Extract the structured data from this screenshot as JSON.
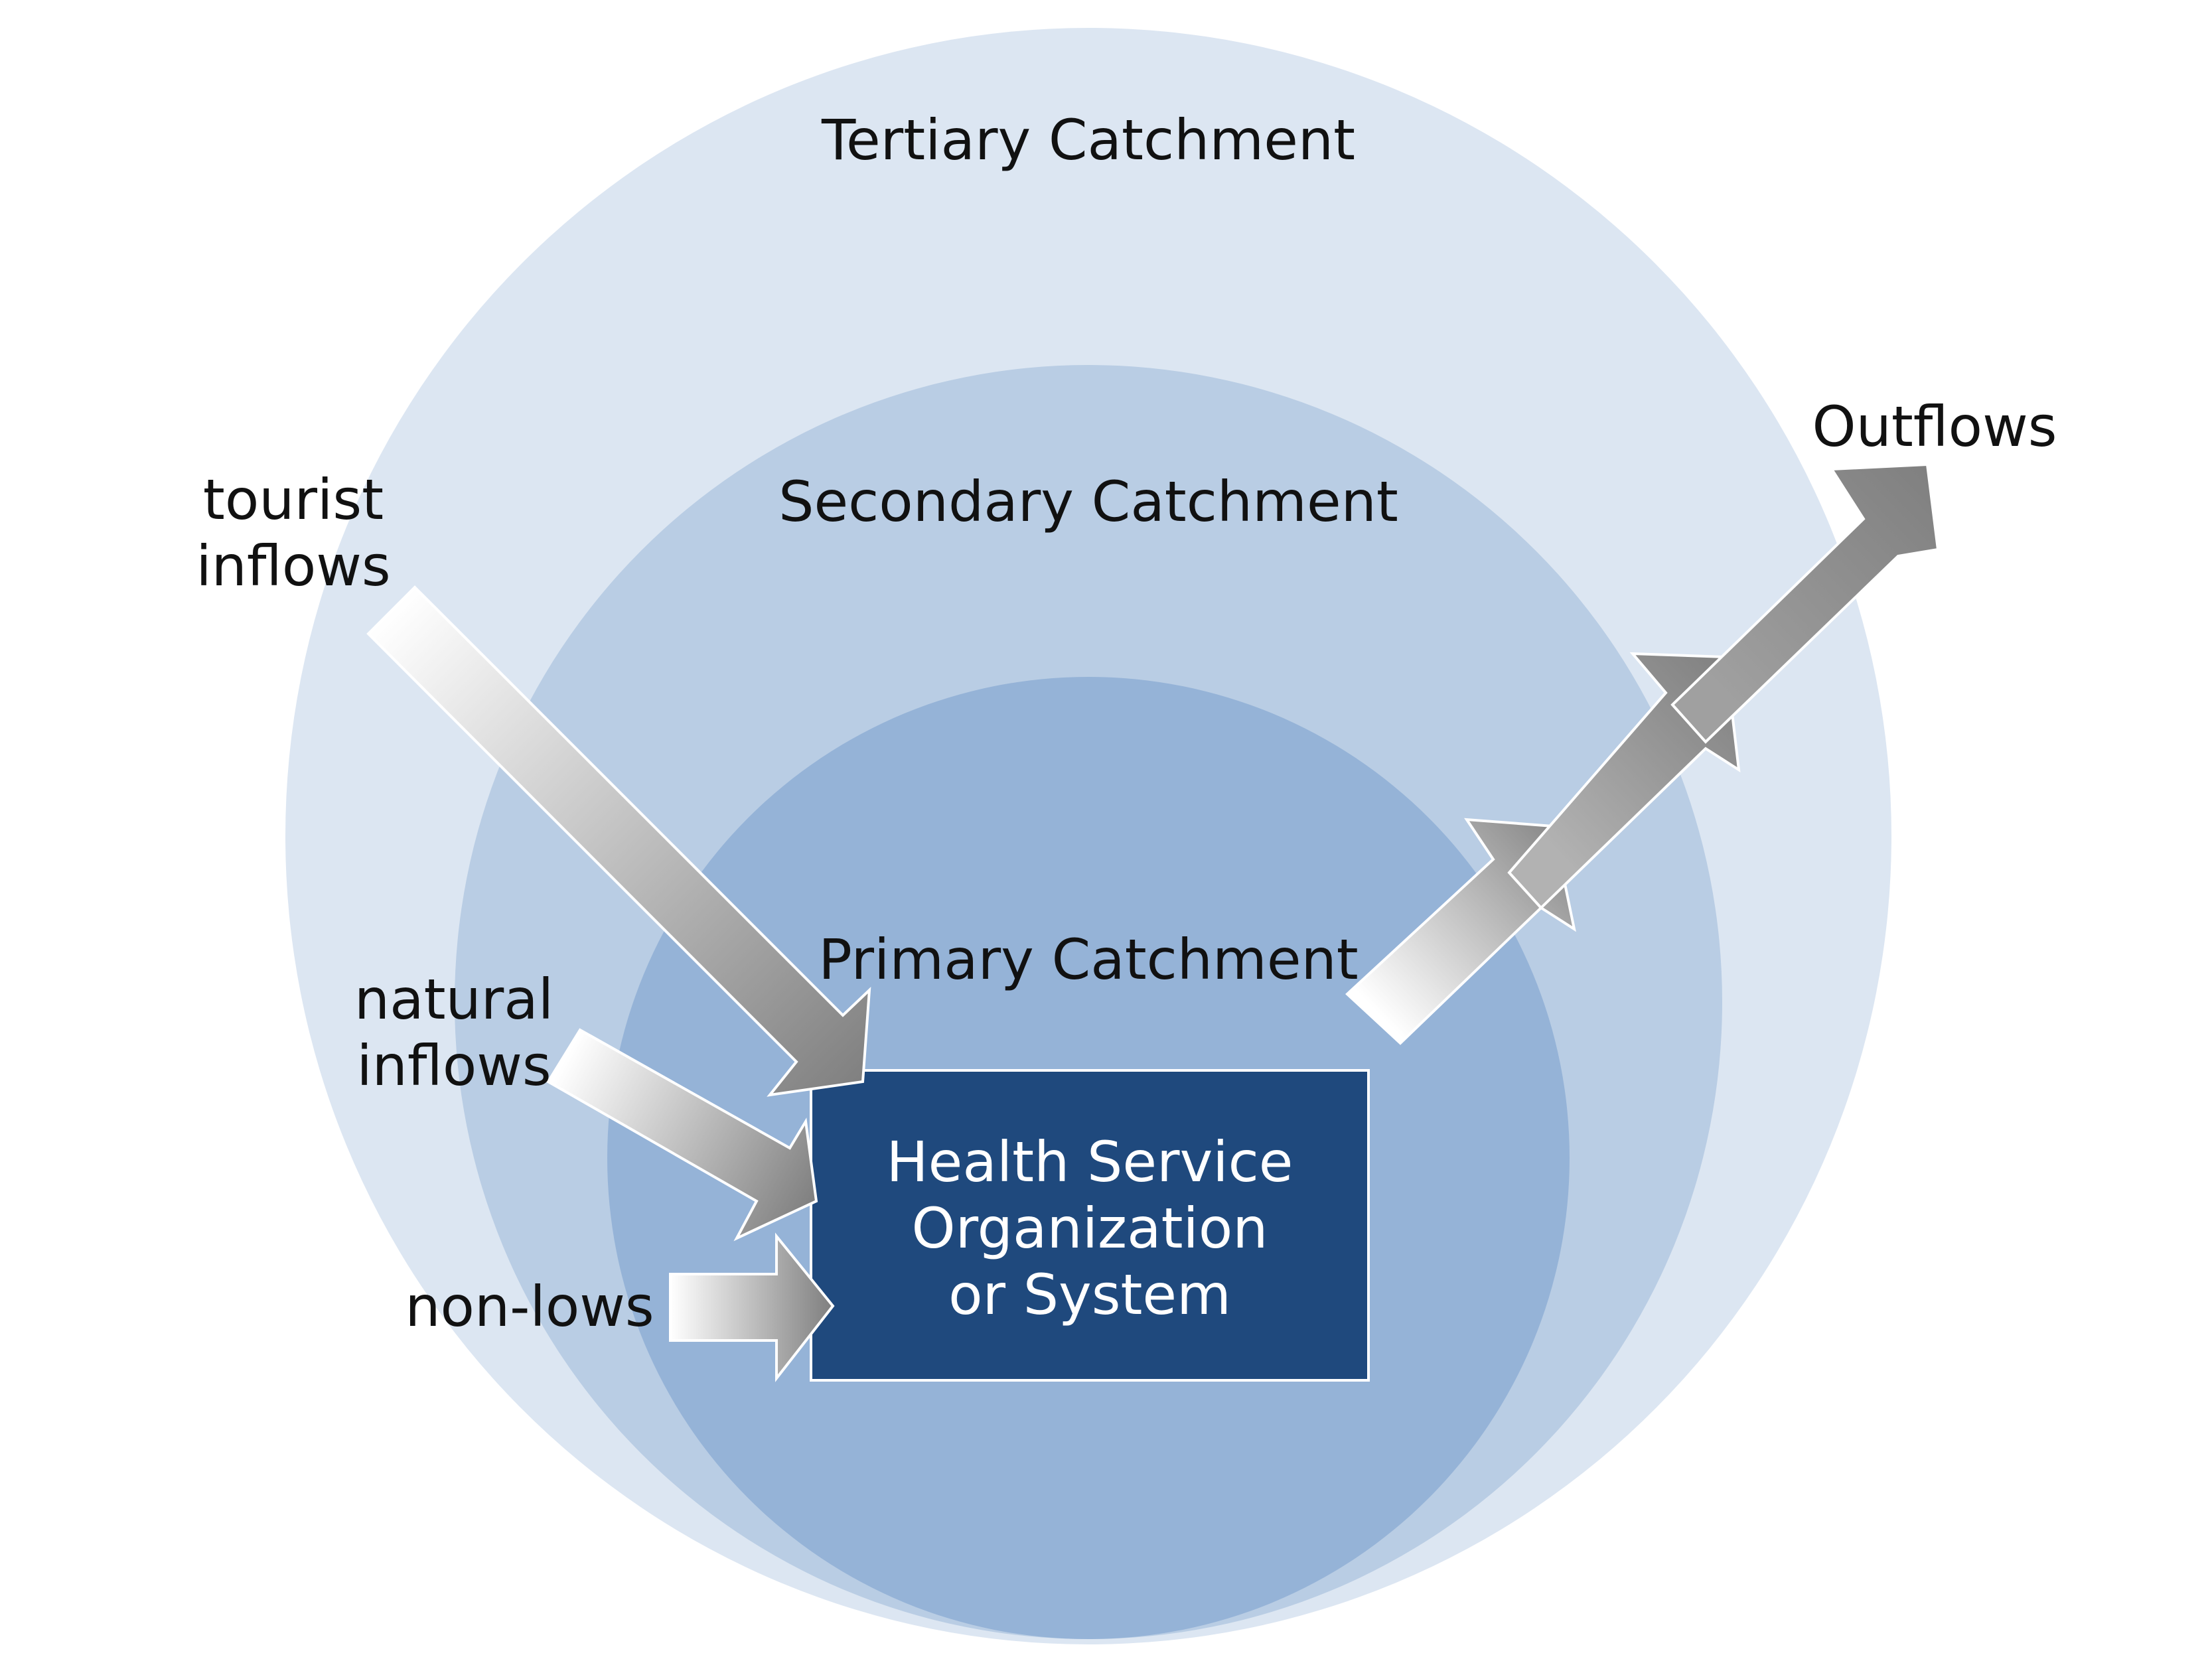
{
  "catchments": {
    "tertiary": {
      "label": "Tertiary Catchment",
      "color": "#dce6f2"
    },
    "secondary": {
      "label": "Secondary Catchment",
      "color": "#b9cde4"
    },
    "primary": {
      "label": "Primary Catchment",
      "color": "#95b3d7"
    }
  },
  "center_box": {
    "lines": [
      "Health Service",
      "Organization",
      "or System"
    ],
    "color": "#1f497d"
  },
  "flows": {
    "tourist": {
      "lines": [
        "tourist",
        "inflows"
      ]
    },
    "natural": {
      "lines": [
        "natural",
        "inflows"
      ]
    },
    "nonlows": {
      "label": "non-lows"
    },
    "outflows": {
      "label": "Outflows"
    }
  },
  "colors": {
    "arrow_light": "#ffffff",
    "arrow_dark": "#7f7f7f"
  }
}
